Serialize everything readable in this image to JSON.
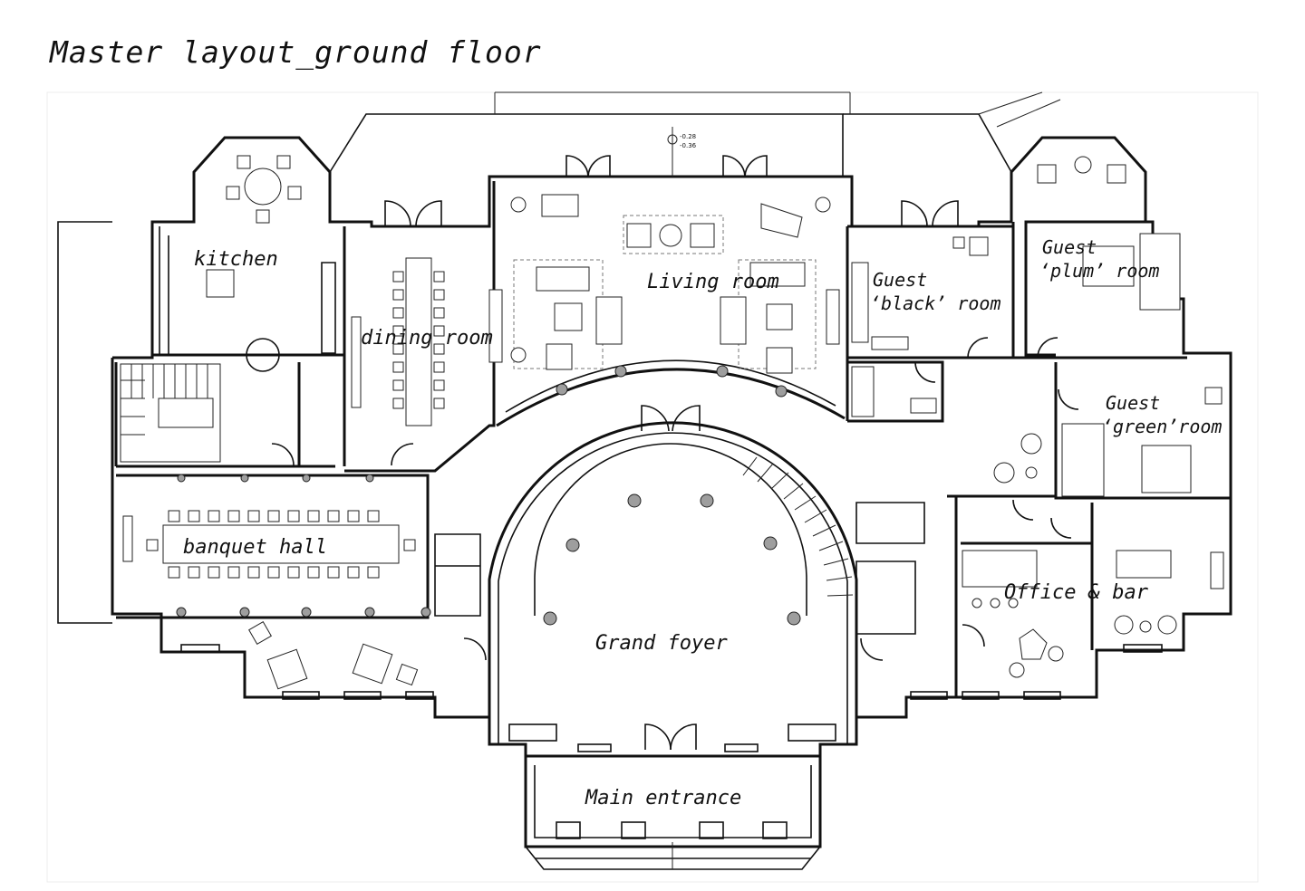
{
  "title": "Master layout_ground floor",
  "rooms": {
    "kitchen": "kitchen",
    "dining": "dining room",
    "living": "Living room",
    "guest_black_1": "Guest",
    "guest_black_2": "‘black’ room",
    "guest_plum_1": "Guest",
    "guest_plum_2": "‘plum’ room",
    "guest_green_1": "Guest",
    "guest_green_2": "‘green’room",
    "banquet": "banquet hall",
    "foyer": "Grand foyer",
    "office": "Office & bar",
    "entrance": "Main entrance"
  },
  "levels": {
    "upper": "-0.28",
    "lower": "-0.36"
  }
}
